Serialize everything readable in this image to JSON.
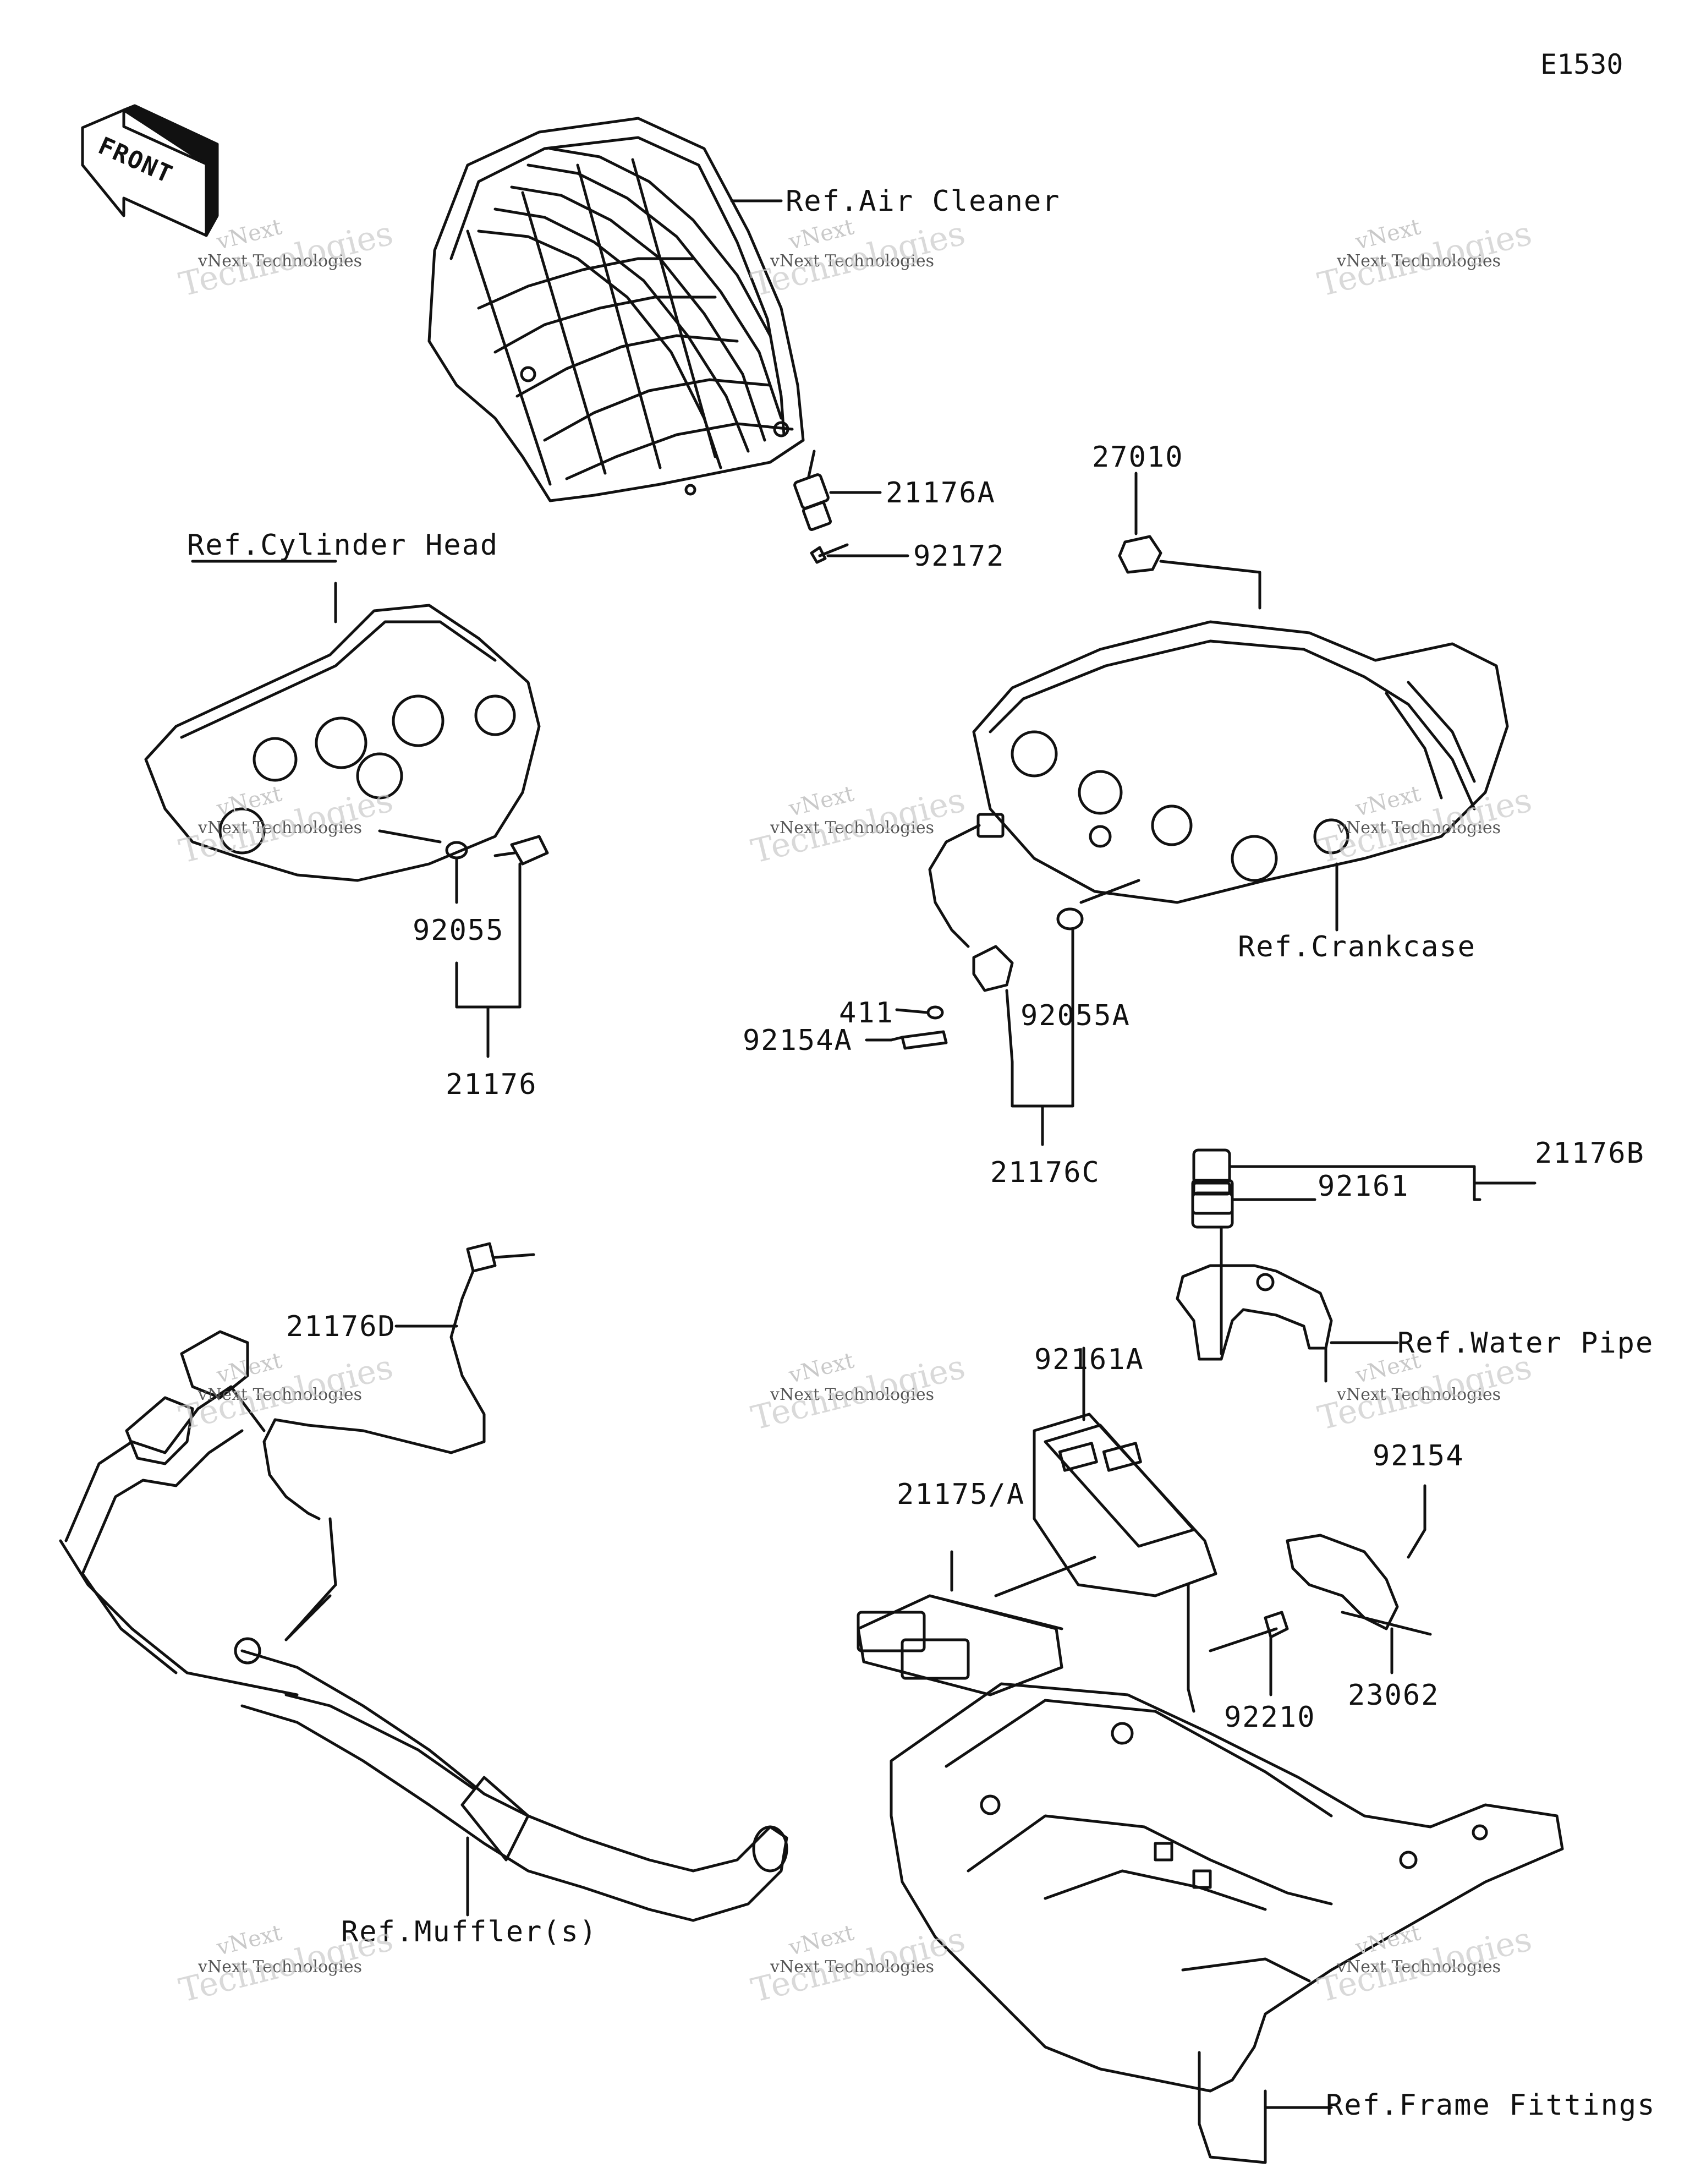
{
  "diagram_code": "E1530",
  "front_label": "FRONT",
  "watermark": {
    "line1": "vNext",
    "line2": "vNext Technologies",
    "line3": "Technologies"
  },
  "labels": {
    "ref_air_cleaner": "Ref.Air Cleaner",
    "p21176A": "21176A",
    "p92172": "92172",
    "p27010": "27010",
    "ref_cylinder_head": "Ref.Cylinder Head",
    "p92055": "92055",
    "p21176": "21176",
    "ref_crankcase": "Ref.Crankcase",
    "p411": "411",
    "p92154A": "92154A",
    "p92055A": "92055A",
    "p21176C": "21176C",
    "p21176B": "21176B",
    "p92161": "92161",
    "ref_water_pipe": "Ref.Water Pipe",
    "p21176D": "21176D",
    "p92161A": "92161A",
    "p21175A": "21175/A",
    "p92154": "92154",
    "p92210": "92210",
    "p23062": "23062",
    "ref_mufflers": "Ref.Muffler(s)",
    "ref_frame_fittings": "Ref.Frame Fittings"
  }
}
